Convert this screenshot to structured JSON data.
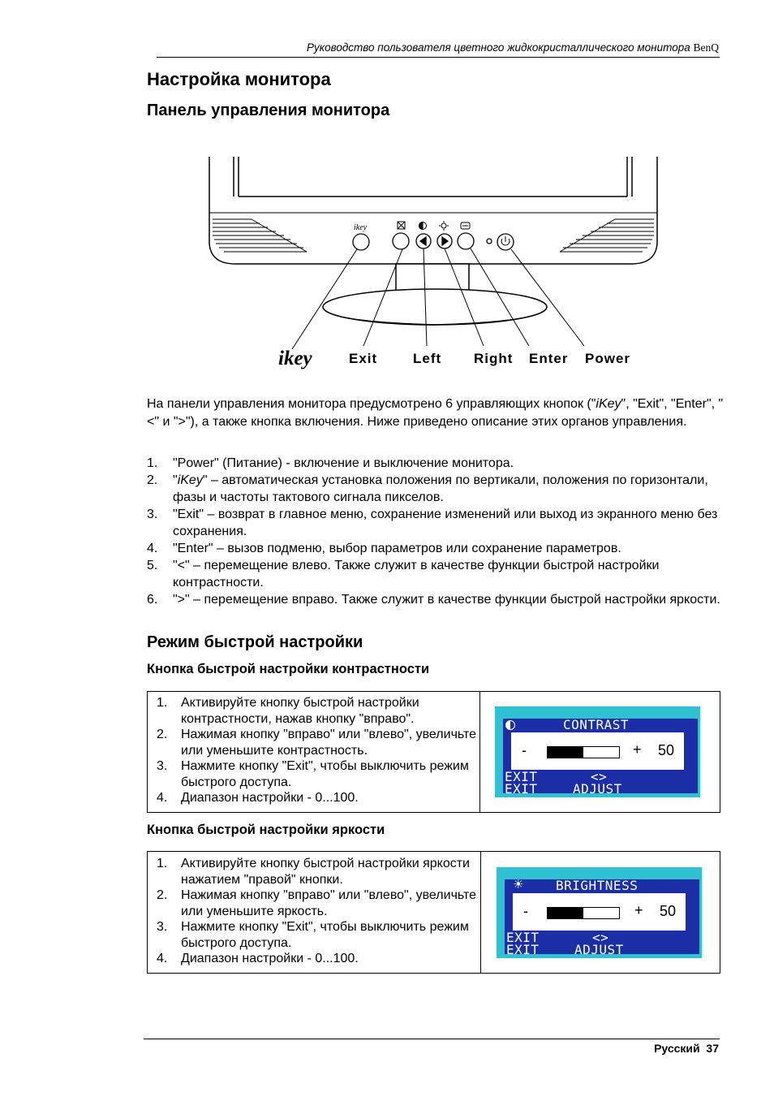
{
  "header": {
    "title_main": "Руководство пользователя цветного жидкокристаллического монитора",
    "brand": "BenQ"
  },
  "headings": {
    "h1": "Настройка монитора",
    "h2_panel": "Панель управления монитора",
    "h2_quick": "Режим быстрой настройки",
    "h3_contrast": "Кнопка быстрой настройки контрастности",
    "h3_brightness": "Кнопка быстрой настройки яркости"
  },
  "diagram": {
    "ikey_small": "ikey",
    "labels": {
      "ikey": "ikey",
      "exit": "Exit",
      "left": "Left",
      "right": "Right",
      "enter": "Enter",
      "power": "Power"
    }
  },
  "intro": {
    "p1_a": "На панели управления монитора предусмотрено 6 управляющих кнопок (\"",
    "p1_ikey": "iKey",
    "p1_b": "\", \"Exit\", \"Enter\", \"<\" и \">\"), а также кнопка включения. Ниже приведено описание этих органов управления."
  },
  "buttons_list": [
    {
      "num": "1.",
      "text": "\"Power\" (Питание) -  включение и выключение монитора."
    },
    {
      "num": "2.",
      "pre": "\"",
      "italic": "iKey",
      "text": "\" – автоматическая установка положения по вертикали, положения по горизонтали, фазы и частоты тактового сигнала пикселов."
    },
    {
      "num": "3.",
      "text": "\"Exit\" – возврат в главное меню, сохранение изменений или выход из экранного меню без сохранения."
    },
    {
      "num": "4.",
      "text": " \"Enter\" – вызов подменю, выбор параметров или сохранение параметров."
    },
    {
      "num": "5.",
      "text": "\"<\" – перемещение влево. Также служит в качестве функции быстрой настройки контрастности."
    },
    {
      "num": "6.",
      "text": "\">\" – перемещение вправо. Также служит в качестве функции быстрой настройки яркости."
    }
  ],
  "contrast_steps": [
    {
      "num": "1.",
      "text": "Активируйте кнопку быстрой настройки контрастности, нажав кнопку \"вправо\"."
    },
    {
      "num": "2.",
      "text": "Нажимая кнопку \"вправо\" или \"влево\", увеличьте или уменьшите контрастность."
    },
    {
      "num": "3.",
      "text": "Нажмите кнопку \"Exit\", чтобы выключить режим быстрого доступа."
    },
    {
      "num": "4.",
      "text": "Диапазон настройки - 0...100."
    }
  ],
  "brightness_steps": [
    {
      "num": "1.",
      "text": "Активируйте кнопку быстрой настройки яркости нажатием \"правой\" кнопки."
    },
    {
      "num": "2.",
      "text": "Нажимая кнопку \"вправо\" или \"влево\", увеличьте или уменьшите яркость."
    },
    {
      "num": "3.",
      "text": "Нажмите кнопку \"Exit\", чтобы выключить режим быстрого доступа."
    },
    {
      "num": "4.",
      "text": "Диапазон настройки - 0...100."
    }
  ],
  "osd_contrast": {
    "title": "CONTRAST",
    "minus": "-",
    "plus": "+",
    "value": "50",
    "level_percent": 50,
    "nav1_left": "EXIT",
    "nav1_right": "<>",
    "nav2_left": "EXIT",
    "nav2_right": "ADJUST"
  },
  "osd_brightness": {
    "title": "BRIGHTNESS",
    "minus": "-",
    "plus": "+",
    "value": "50",
    "level_percent": 50,
    "nav1_left": "EXIT",
    "nav1_right": "<>",
    "nav2_left": "EXIT",
    "nav2_right": "ADJUST"
  },
  "colors": {
    "osd_cyan": "#2fc0d2",
    "osd_blue": "#1c2ea6",
    "osd_panel": "#ffffff"
  },
  "footer": {
    "language": "Русский",
    "page": "37"
  }
}
